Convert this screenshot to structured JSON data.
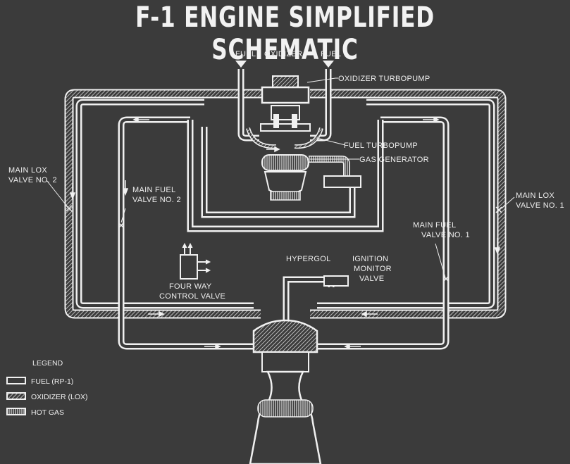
{
  "title": "F-1 ENGINE SIMPLIFIED SCHEMATIC",
  "labels": {
    "fuel_left": "FUEL",
    "oxidizer": "OXIDIZER",
    "fuel_right": "FUEL",
    "oxidizer_turbopump": "OXIDIZER TURBOPUMP",
    "fuel_turbopump": "FUEL TURBOPUMP",
    "gas_generator": "GAS GENERATOR",
    "main_lox_2_line1": "MAIN LOX",
    "main_lox_2_line2": "VALVE NO. 2",
    "main_fuel_2_line1": "MAIN FUEL",
    "main_fuel_2_line2": "VALVE NO. 2",
    "main_lox_1_line1": "MAIN LOX",
    "main_lox_1_line2": "VALVE NO. 1",
    "main_fuel_1_line1": "MAIN FUEL",
    "main_fuel_1_line2": "VALVE NO. 1",
    "hypergol": "HYPERGOL",
    "ignition_line1": "IGNITION",
    "ignition_line2": "MONITOR",
    "ignition_line3": "VALVE",
    "fourway_line1": "FOUR WAY",
    "fourway_line2": "CONTROL VALVE"
  },
  "legend": {
    "title": "LEGEND",
    "items": [
      {
        "label": "FUEL (RP-1)",
        "pattern": "fuel"
      },
      {
        "label": "OXIDIZER (LOX)",
        "pattern": "oxidizer"
      },
      {
        "label": "HOT GAS",
        "pattern": "hotgas"
      }
    ]
  },
  "colors": {
    "background": "#3b3b3b",
    "line": "#f0f0f0",
    "hatch": "#cfcfcf"
  }
}
